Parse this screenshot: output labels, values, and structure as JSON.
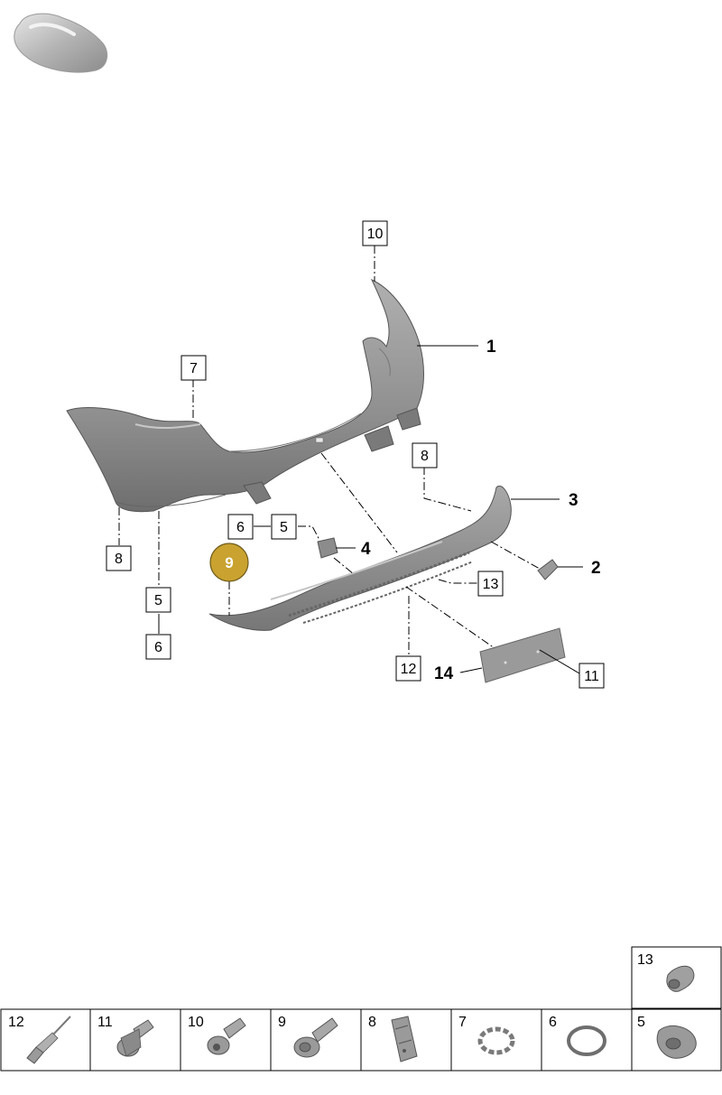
{
  "callouts": {
    "c10": "10",
    "c1": "1",
    "c7": "7",
    "c8a": "8",
    "c3": "3",
    "c8b": "8",
    "c6a": "6",
    "c5a": "5",
    "c4": "4",
    "c9": "9",
    "c2": "2",
    "c13": "13",
    "c5b": "5",
    "c6b": "6",
    "c12": "12",
    "c14": "14",
    "c11": "11"
  },
  "parts_table": {
    "top_cell": "13",
    "cells": [
      "12",
      "11",
      "10",
      "9",
      "8",
      "7",
      "6",
      "5"
    ]
  },
  "colors": {
    "highlight": "#c9a230",
    "part_fill": "#9a9a9a",
    "part_stroke": "#555555"
  }
}
